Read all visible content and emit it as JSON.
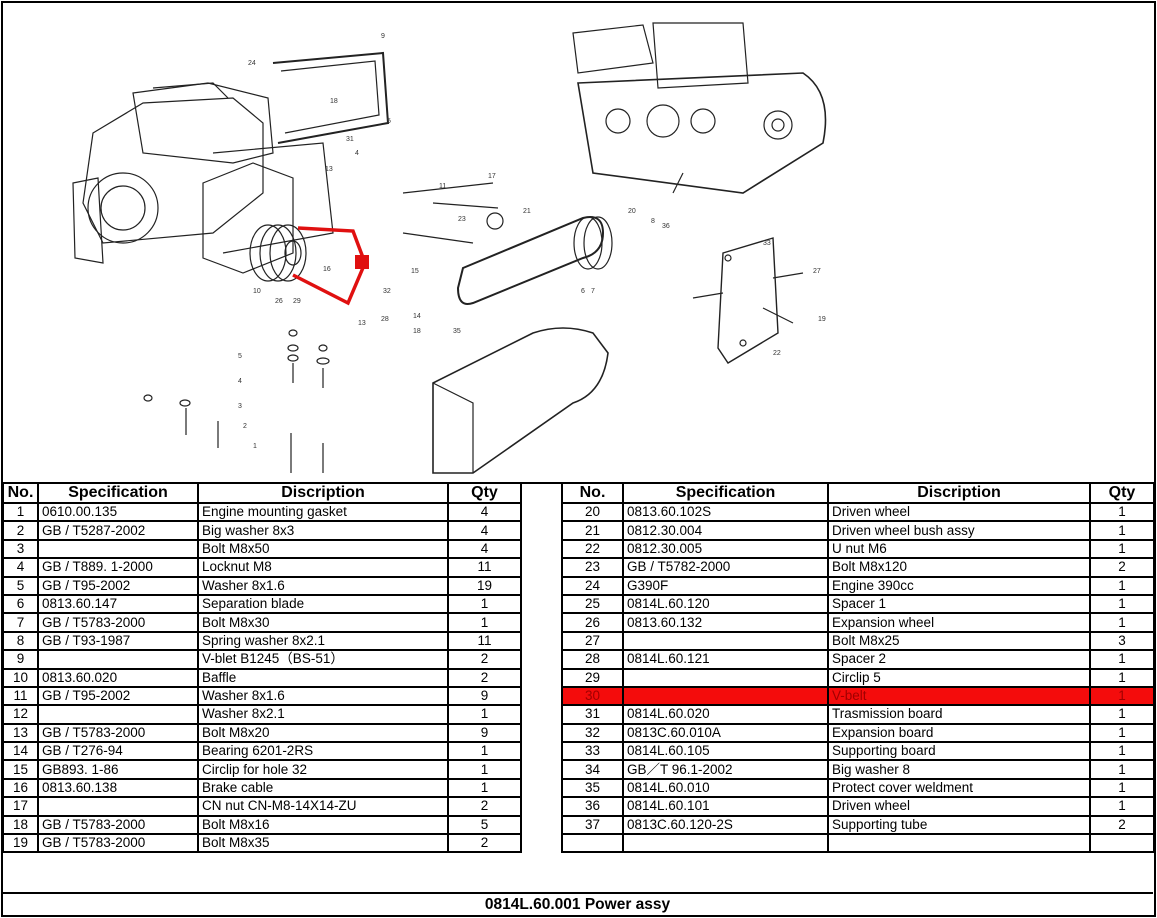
{
  "headers": {
    "no": "No.",
    "spec": "Specification",
    "desc": "Discription",
    "qty": "Qty"
  },
  "left_rows": [
    {
      "no": "1",
      "spec": "0610.00.135",
      "desc": "Engine mounting gasket",
      "qty": "4"
    },
    {
      "no": "2",
      "spec": "GB / T5287-2002",
      "desc": "Big washer 8x3",
      "qty": "4"
    },
    {
      "no": "3",
      "spec": "",
      "desc": "Bolt M8x50",
      "qty": "4"
    },
    {
      "no": "4",
      "spec": "GB / T889.  1-2000",
      "desc": "Locknut M8",
      "qty": "11"
    },
    {
      "no": "5",
      "spec": "GB / T95-2002",
      "desc": "Washer 8x1.6",
      "qty": "19"
    },
    {
      "no": "6",
      "spec": " 0813.60.147",
      "desc": "Separation blade",
      "qty": "1"
    },
    {
      "no": "7",
      "spec": " GB / T5783-2000",
      "desc": "Bolt M8x30",
      "qty": "1"
    },
    {
      "no": "8",
      "spec": " GB / T93-1987",
      "desc": "Spring washer 8x2.1",
      "qty": "11"
    },
    {
      "no": "9",
      "spec": "",
      "desc": "V-blet  B1245（BS-51）",
      "qty": "2"
    },
    {
      "no": "10",
      "spec": " 0813.60.020",
      "desc": "Baffle",
      "qty": "2"
    },
    {
      "no": "11",
      "spec": "GB / T95-2002",
      "desc": "Washer 8x1.6",
      "qty": "9"
    },
    {
      "no": "12",
      "spec": "",
      "desc": "Washer 8x2.1",
      "qty": "1"
    },
    {
      "no": "13",
      "spec": "GB / T5783-2000",
      "desc": "Bolt M8x20",
      "qty": "9"
    },
    {
      "no": "14",
      "spec": "GB / T276-94",
      "desc": "Bearing 6201-2RS",
      "qty": "1"
    },
    {
      "no": "15",
      "spec": "GB893.  1-86",
      "desc": "Circlip for hole 32",
      "qty": "1"
    },
    {
      "no": "16",
      "spec": " 0813.60.138",
      "desc": "Brake cable",
      "qty": "1"
    },
    {
      "no": "17",
      "spec": "",
      "desc": "CN nut  CN-M8-14X14-ZU",
      "qty": "2"
    },
    {
      "no": "18",
      "spec": "GB / T5783-2000",
      "desc": "Bolt M8x16",
      "qty": "5"
    },
    {
      "no": "19",
      "spec": " GB / T5783-2000",
      "desc": "Bolt M8x35",
      "qty": "2"
    }
  ],
  "right_rows": [
    {
      "no": "20",
      "spec": " 0813.60.102S",
      "desc": "Driven wheel",
      "qty": "1"
    },
    {
      "no": "21",
      "spec": "0812.30.004",
      "desc": "Driven wheel bush assy",
      "qty": "1"
    },
    {
      "no": "22",
      "spec": " 0812.30.005",
      "desc": "U nut M6",
      "qty": "1"
    },
    {
      "no": "23",
      "spec": "GB / T5782-2000",
      "desc": "Bolt M8x120",
      "qty": "2"
    },
    {
      "no": "24",
      "spec": " G390F",
      "desc": "Engine 390cc",
      "qty": "1"
    },
    {
      "no": "25",
      "spec": "0814L.60.120",
      "desc": "Spacer 1",
      "qty": "1"
    },
    {
      "no": "26",
      "spec": " 0813.60.132",
      "desc": "Expansion wheel",
      "qty": "1"
    },
    {
      "no": "27",
      "spec": "",
      "desc": "Bolt M8x25",
      "qty": "3"
    },
    {
      "no": "28",
      "spec": " 0814L.60.121",
      "desc": "Spacer 2",
      "qty": "1"
    },
    {
      "no": "29",
      "spec": "",
      "desc": "Circlip 5",
      "qty": "1"
    },
    {
      "no": "30",
      "spec": "",
      "desc": "V-belt",
      "qty": "1",
      "highlighted": true
    },
    {
      "no": "31",
      "spec": "0814L.60.020",
      "desc": "Trasmission board",
      "qty": "1"
    },
    {
      "no": "32",
      "spec": "0813C.60.010A",
      "desc": "Expansion board",
      "qty": "1"
    },
    {
      "no": "33",
      "spec": "0814L.60.105",
      "desc": "Supporting  board",
      "qty": "1"
    },
    {
      "no": "34",
      "spec": " GB／T 96.1-2002",
      "desc": "Big washer 8",
      "qty": "1"
    },
    {
      "no": "35",
      "spec": "0814L.60.010",
      "desc": "Protect cover weldment",
      "qty": "1"
    },
    {
      "no": "36",
      "spec": "0814L.60.101",
      "desc": "Driven wheel",
      "qty": "1"
    },
    {
      "no": "37",
      "spec": " 0813C.60.120-2S",
      "desc": "Supporting tube",
      "qty": "2"
    },
    {
      "no": "",
      "spec": "",
      "desc": "",
      "qty": ""
    }
  ],
  "footer": "0814L.60.001 Power assy",
  "callouts": [
    "24",
    "9",
    "18",
    "5",
    "31",
    "4",
    "13",
    "11",
    "17",
    "23",
    "21",
    "20",
    "26",
    "29",
    "16",
    "32",
    "15",
    "14",
    "28",
    "13",
    "18",
    "1",
    "2",
    "3",
    "4",
    "5",
    "35",
    "6",
    "7",
    "8",
    "36",
    "33",
    "27",
    "19",
    "22",
    "10"
  ],
  "colors": {
    "highlight": "#f40c0c",
    "highlight_text": "#a00000",
    "line": "#000000"
  }
}
